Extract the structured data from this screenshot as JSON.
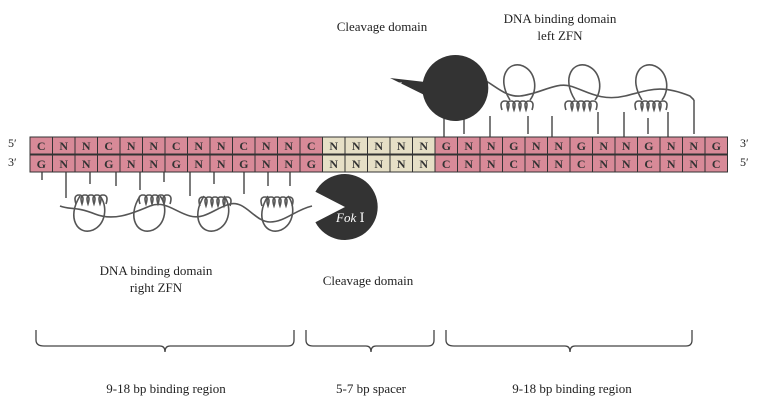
{
  "labels": {
    "cleavage_top": "Cleavage domain",
    "dna_left_line1": "DNA binding domain",
    "dna_left_line2": "left ZFN",
    "dna_right_line1": "DNA binding domain",
    "dna_right_line2": "right ZFN",
    "cleavage_bottom": "Cleavage domain",
    "region_left": "9-18 bp binding region",
    "region_spacer": "5-7 bp spacer",
    "region_right": "9-18 bp binding region"
  },
  "enzyme": {
    "name": "Fok",
    "numeral": "Ⅰ"
  },
  "strand_ends": {
    "top_left": "5′",
    "top_right": "3′",
    "bottom_left": "3′",
    "bottom_right": "5′"
  },
  "dna": {
    "top": [
      "C",
      "N",
      "N",
      "C",
      "N",
      "N",
      "C",
      "N",
      "N",
      "C",
      "N",
      "N",
      "C",
      "N",
      "N",
      "N",
      "N",
      "N",
      "G",
      "N",
      "N",
      "G",
      "N",
      "N",
      "G",
      "N",
      "N",
      "G",
      "N",
      "N",
      "G"
    ],
    "bottom": [
      "G",
      "N",
      "N",
      "G",
      "N",
      "N",
      "G",
      "N",
      "N",
      "G",
      "N",
      "N",
      "G",
      "N",
      "N",
      "N",
      "N",
      "N",
      "C",
      "N",
      "N",
      "C",
      "N",
      "N",
      "C",
      "N",
      "N",
      "C",
      "N",
      "N",
      "C"
    ],
    "spacer_range": [
      13,
      17
    ]
  },
  "colors": {
    "binding": "#d88a98",
    "spacer": "#e6dfc6",
    "cell_border": "#333333",
    "protein": "#333333",
    "helix": "#555555"
  }
}
